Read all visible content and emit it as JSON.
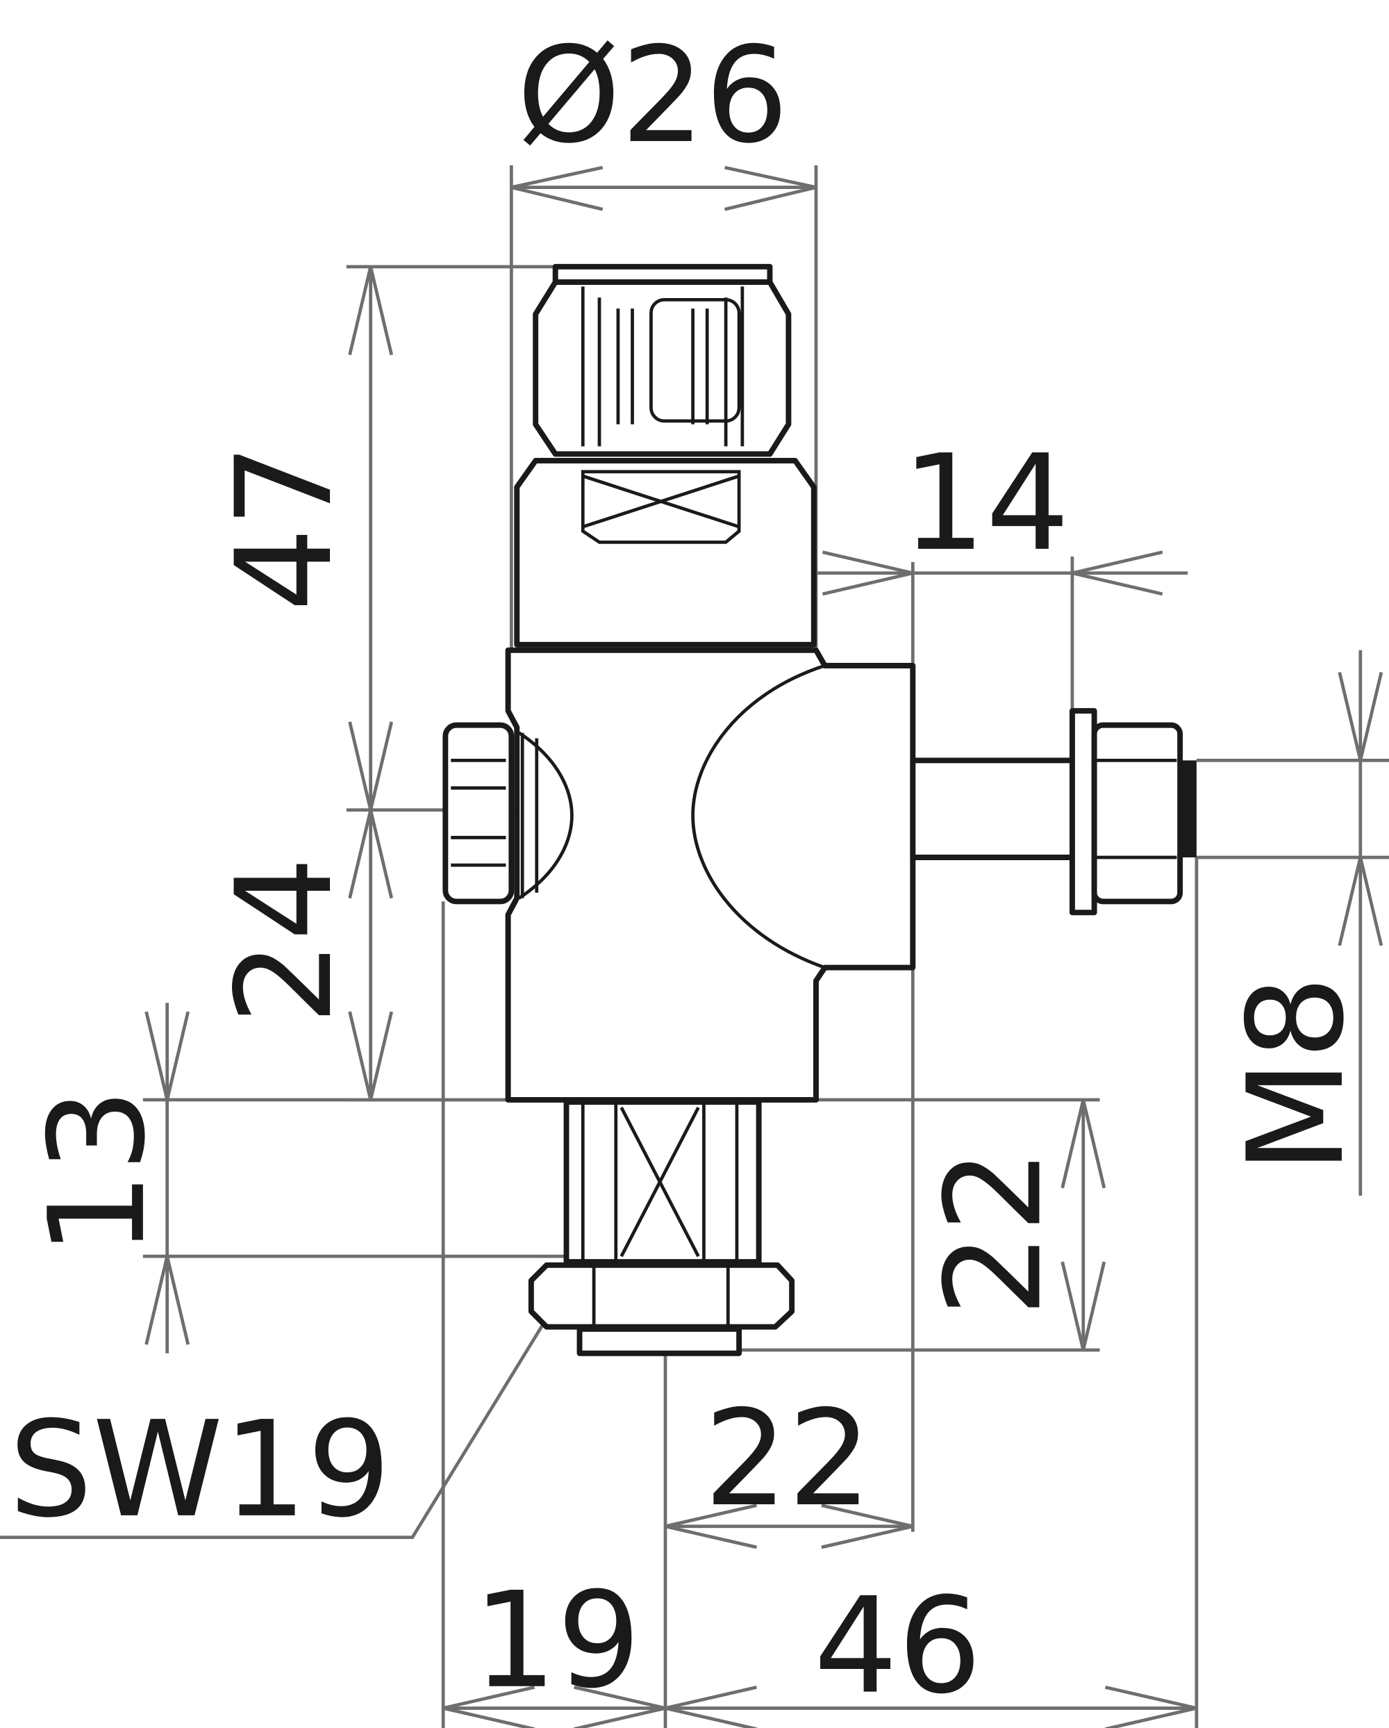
{
  "drawing": {
    "type": "technical-dimension-drawing",
    "subject": "T-connector clamp with M8 bolt",
    "line_color": "#1a1a1a",
    "dimension_line_color": "#6e6e6e",
    "background": "#ffffff"
  },
  "dimensions": {
    "top_diameter": "Ø26",
    "height_total_upper": "47",
    "height_lower": "24",
    "stem_height": "13",
    "bolt_offset": "14",
    "thread": "M8",
    "bottom_height": "22",
    "bottom_width": "22",
    "left_offset": "19",
    "overall_width": "46",
    "wrench_size": "SW19"
  }
}
